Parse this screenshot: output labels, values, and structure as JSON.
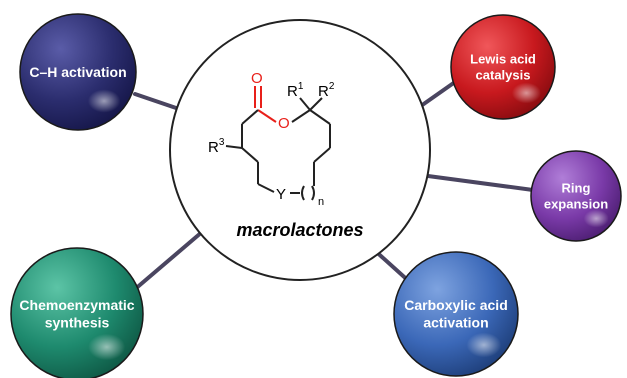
{
  "diagram": {
    "center": {
      "label": "macrolactones",
      "structure": {
        "carbonyl_o": "O",
        "ring_o": "O",
        "r1": "R",
        "r1_sup": "1",
        "r2": "R",
        "r2_sup": "2",
        "r3": "R",
        "r3_sup": "3",
        "y": "Y",
        "n": "n"
      }
    },
    "nodes": [
      {
        "id": "ch-activation",
        "lines": [
          "C–H activation"
        ],
        "color": "#2b2d6e"
      },
      {
        "id": "lewis-acid",
        "lines": [
          "Lewis acid",
          "catalysis"
        ],
        "color": "#c8191e"
      },
      {
        "id": "ring-expansion",
        "lines": [
          "Ring",
          "expansion"
        ],
        "color": "#7a3aa8"
      },
      {
        "id": "carboxylic-acid",
        "lines": [
          "Carboxylic acid",
          "activation"
        ],
        "color": "#3b68b8"
      },
      {
        "id": "chemoenzymatic",
        "lines": [
          "Chemoenzymatic",
          "synthesis"
        ],
        "color": "#1e8a6e"
      }
    ],
    "connector_color": "#4a4560"
  }
}
